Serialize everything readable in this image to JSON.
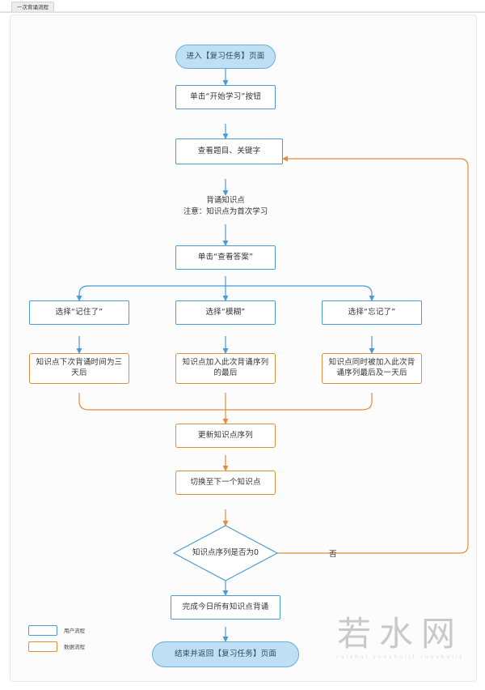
{
  "tab": {
    "label": "一次背诵流程"
  },
  "diagram": {
    "title": "一次背诵流程",
    "colors": {
      "user_flow_stroke": "#4a9ad4",
      "user_flow_terminal_fill": "#bfe0f4",
      "data_flow_stroke": "#e08d3c",
      "text": "#333333",
      "canvas_bg": "#fcfcfc"
    },
    "nodes": [
      {
        "id": "start",
        "type": "terminal",
        "flow": "user",
        "text": "进入【复习任务】页面"
      },
      {
        "id": "click_start",
        "type": "process",
        "flow": "user",
        "text": "单击“开始学习”按钮"
      },
      {
        "id": "view_q",
        "type": "process",
        "flow": "user",
        "text": "查看题目、关键字"
      },
      {
        "id": "click_answer",
        "type": "process",
        "flow": "user",
        "text": "单击“查看答案”"
      },
      {
        "id": "choose_remember",
        "type": "process",
        "flow": "user",
        "text": "选择“记住了”"
      },
      {
        "id": "choose_vague",
        "type": "process",
        "flow": "user",
        "text": "选择“模糊”"
      },
      {
        "id": "choose_forget",
        "type": "process",
        "flow": "user",
        "text": "选择“忘记了”"
      },
      {
        "id": "data_three_days",
        "type": "process",
        "flow": "data",
        "text": "知识点下次背诵时间为三天后"
      },
      {
        "id": "data_append_end",
        "type": "process",
        "flow": "data",
        "text": "知识点加入此次背诵序列的最后"
      },
      {
        "id": "data_end_and_day",
        "type": "process",
        "flow": "data",
        "text": "知识点同时被加入此次背诵序列最后及一天后"
      },
      {
        "id": "update_seq",
        "type": "process",
        "flow": "data",
        "text": "更新知识点序列"
      },
      {
        "id": "switch_next",
        "type": "process",
        "flow": "data",
        "text": "切换至下一个知识点"
      },
      {
        "id": "decision_zero",
        "type": "decision",
        "flow": "user",
        "text": "知识点序列是否为0"
      },
      {
        "id": "finish_all",
        "type": "process",
        "flow": "user",
        "text": "完成今日所有知识点背诵"
      },
      {
        "id": "end",
        "type": "terminal",
        "flow": "user",
        "text": "结束并返回【复习任务】页面"
      }
    ],
    "annotations": [
      {
        "id": "memorize-note",
        "line1": "背诵知识点",
        "line2": "注意：知识点为首次学习"
      }
    ],
    "edge_labels": [
      {
        "id": "decision-no",
        "text": "否"
      }
    ],
    "legend": [
      {
        "id": "user-flow",
        "label": "用户流程",
        "color": "#4a9ad4"
      },
      {
        "id": "data-flow",
        "label": "数据流程",
        "color": "#e08d3c"
      }
    ]
  },
  "watermark": {
    "main": "若水网",
    "sub": "ruishui  ruoshuiit  ruoshuiit"
  }
}
